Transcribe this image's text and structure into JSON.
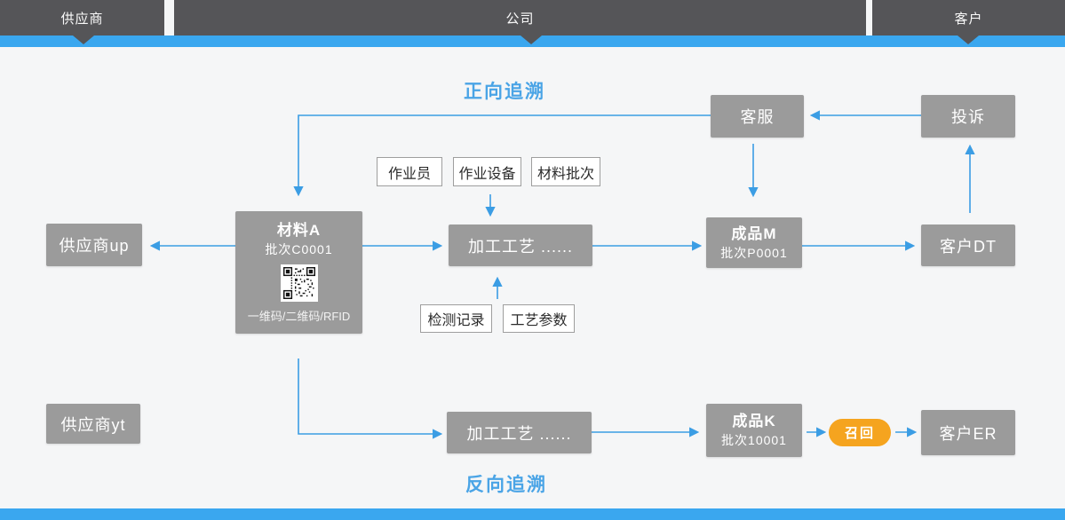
{
  "header": {
    "segments": [
      {
        "label": "供应商"
      },
      {
        "label": "公司"
      },
      {
        "label": "客户"
      }
    ]
  },
  "titles": {
    "forward": "正向追溯",
    "backward": "反向追溯"
  },
  "nodes": {
    "customer_service": {
      "label": "客服"
    },
    "complaint": {
      "label": "投诉"
    },
    "material_a": {
      "title": "材料A",
      "batch": "批次C0001",
      "caption": "一维码/二维码/RFID"
    },
    "supplier_up": {
      "label": "供应商up"
    },
    "process_top": {
      "label": "加工工艺  ......"
    },
    "product_m": {
      "title": "成品M",
      "batch": "批次P0001"
    },
    "customer_dt": {
      "label": "客户DT"
    },
    "supplier_yt": {
      "label": "供应商yt"
    },
    "process_bottom": {
      "label": "加工工艺  ......"
    },
    "product_k": {
      "title": "成品K",
      "batch": "批次10001"
    },
    "recall": {
      "label": "召回"
    },
    "customer_er": {
      "label": "客户ER"
    }
  },
  "tags": {
    "operator": "作业员",
    "equipment": "作业设备",
    "material_batch": "材料批次",
    "inspection_record": "检测记录",
    "process_params": "工艺参数"
  },
  "colors": {
    "accent_blue": "#3aa7ef",
    "arrow_blue": "#3b9de4",
    "title_blue": "#4aa4e6",
    "node_gray": "#9b9b9b",
    "header_gray": "#555558",
    "recall_orange": "#f5a41f"
  }
}
